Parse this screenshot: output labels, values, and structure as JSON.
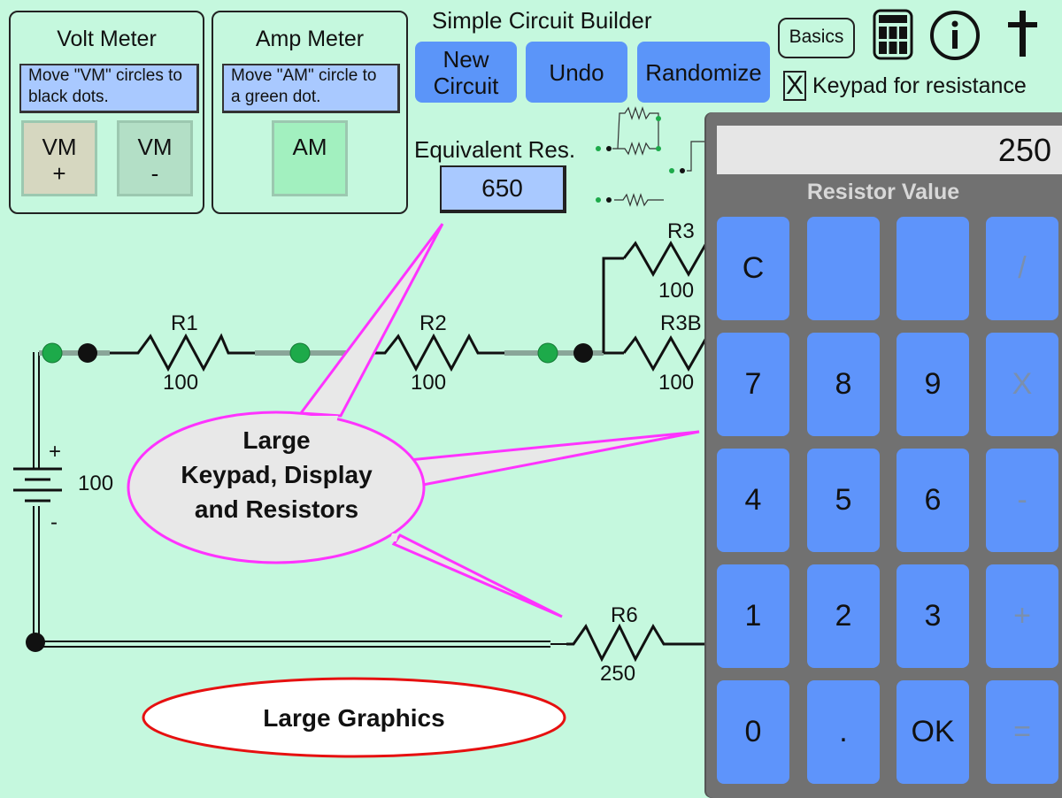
{
  "app_title": "Simple Circuit Builder",
  "volt_meter": {
    "title": "Volt Meter",
    "hint": "Move \"VM\" circles to black dots.",
    "probe_plus": {
      "label": "VM",
      "sign": "+"
    },
    "probe_minus": {
      "label": "VM",
      "sign": "-"
    }
  },
  "amp_meter": {
    "title": "Amp Meter",
    "hint": "Move \"AM\" circle to a green dot.",
    "probe": {
      "label": "AM"
    }
  },
  "toolbar": {
    "new_circuit_line1": "New",
    "new_circuit_line2": "Circuit",
    "undo": "Undo",
    "randomize": "Randomize",
    "basics": "Basics",
    "calculator_icon": "calculator-icon",
    "info_icon": "info-icon",
    "cross_icon": "cross-icon"
  },
  "keypad_option": {
    "checked_mark": "X",
    "label": "Keypad for resistance",
    "checked": true
  },
  "equivalent": {
    "label": "Equivalent Res.",
    "value": "650"
  },
  "keypad": {
    "display_value": "250",
    "title": "Resistor Value",
    "keys": [
      [
        {
          "label": "C",
          "enabled": true
        },
        {
          "label": "",
          "enabled": true
        },
        {
          "label": "",
          "enabled": true
        },
        {
          "label": "/",
          "enabled": false
        }
      ],
      [
        {
          "label": "7",
          "enabled": true
        },
        {
          "label": "8",
          "enabled": true
        },
        {
          "label": "9",
          "enabled": true
        },
        {
          "label": "X",
          "enabled": false
        }
      ],
      [
        {
          "label": "4",
          "enabled": true
        },
        {
          "label": "5",
          "enabled": true
        },
        {
          "label": "6",
          "enabled": true
        },
        {
          "label": "-",
          "enabled": false
        }
      ],
      [
        {
          "label": "1",
          "enabled": true
        },
        {
          "label": "2",
          "enabled": true
        },
        {
          "label": "3",
          "enabled": true
        },
        {
          "label": "+",
          "enabled": false
        }
      ],
      [
        {
          "label": "0",
          "enabled": true
        },
        {
          "label": ".",
          "enabled": true
        },
        {
          "label": "OK",
          "enabled": true
        },
        {
          "label": "=",
          "enabled": false
        }
      ]
    ]
  },
  "circuit": {
    "battery": {
      "value": "100",
      "plus": "+",
      "minus": "-"
    },
    "resistors": [
      {
        "name": "R1",
        "value": "100"
      },
      {
        "name": "R2",
        "value": "100"
      },
      {
        "name": "R3",
        "value": "100"
      },
      {
        "name": "R3B",
        "value": "100"
      },
      {
        "name": "R6",
        "value": "250"
      }
    ]
  },
  "callouts": {
    "keypad_callout_line1": "Large",
    "keypad_callout_line2": "Keypad, Display",
    "keypad_callout_line3": "and Resistors",
    "graphics_callout": "Large Graphics"
  },
  "colors": {
    "background": "#c5f8de",
    "button_blue": "#5b95f9",
    "hint_blue": "#a9c9ff",
    "keypad_gray": "#717171",
    "callout_magenta": "#ff33ff",
    "callout_red": "#e61010",
    "node_green": "#1daa4a"
  }
}
